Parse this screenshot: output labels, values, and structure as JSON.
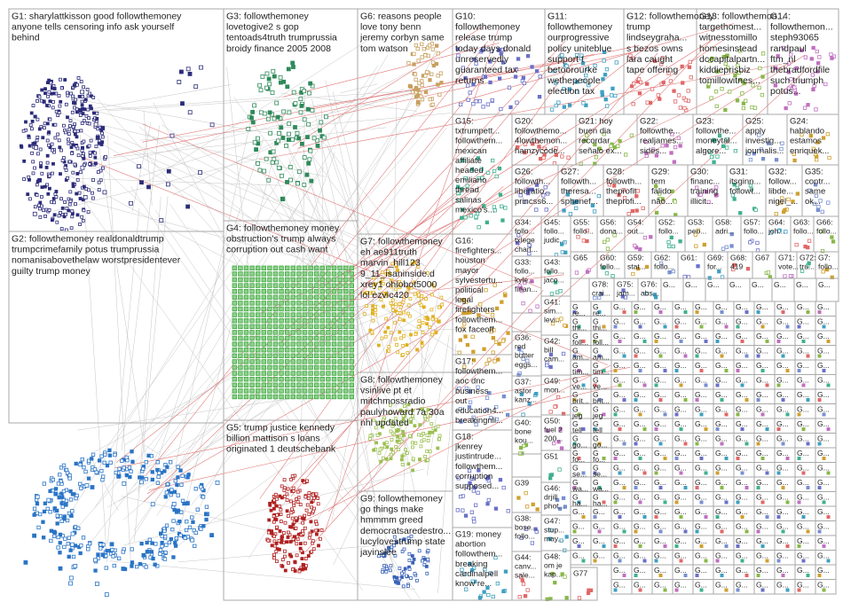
{
  "colors": {
    "box": "#a9a9a9",
    "edge": "#c6c6c6",
    "red_edge": "#e07070",
    "g1": "#2c2c7a",
    "g2": "#2a74c6",
    "g3": "#2f8a5a",
    "g4": "#3fa83f",
    "g5": "#b02020",
    "g6": "#c9a060",
    "g7": "#e0b020",
    "g8": "#9bc050",
    "g9": "#3a62b8",
    "g10": "#9a9a9a",
    "small": [
      "#6a70c8",
      "#3fa0c0",
      "#e06868",
      "#88b848",
      "#c070c0",
      "#40b090",
      "#d0a030",
      "#7890d0"
    ]
  },
  "groups": [
    {
      "id": "G1",
      "lines": [
        "G1: sharylattkisson good followthemoney",
        "anyone tells censoring info ask yourself",
        "behind"
      ]
    },
    {
      "id": "G2",
      "lines": [
        "G2: followthemoney realdonaldtrump",
        "trumpcrimefamily potus trumprussia",
        "nomanisabovethelaw worstpresidentever",
        "guilty trump money"
      ]
    },
    {
      "id": "G3",
      "lines": [
        "G3: followthemoney",
        "lovetogive2 s gop",
        "tentoads4truth trumprussia",
        "broidy finance 2005 2008"
      ]
    },
    {
      "id": "G4",
      "lines": [
        "G4: followthemoney money",
        "obstruction's trump always",
        "corruption out cash want"
      ]
    },
    {
      "id": "G5",
      "lines": [
        "G5: trump justice kennedy",
        "billion mattison s loans",
        "originated 1 deutschebank"
      ]
    },
    {
      "id": "G6",
      "lines": [
        "G6: reasons people",
        "love tony benn",
        "jeremy corbyn same",
        "tom watson"
      ]
    },
    {
      "id": "G7",
      "lines": [
        "G7: followthemoney",
        "eh ae911truth",
        "marvin_hill123",
        "9_11_isaninside.d",
        "xrey1 ohiobot5000",
        "lol ezvic420"
      ]
    },
    {
      "id": "G8",
      "lines": [
        "G8: followthemoney",
        "vsinlive pt et",
        "mitchmossradio",
        "paulyhoward 7a 30a",
        "nhl updated"
      ]
    },
    {
      "id": "G9",
      "lines": [
        "G9: followthemoney",
        "go things make",
        "hmmmm greed",
        "democratsaredestro...",
        "lucylovestrump state",
        "jayinslee"
      ]
    },
    {
      "id": "G10",
      "lines": [
        "G10:",
        "followthemoney",
        "release trump",
        "today days donald",
        "unreservedly",
        "guaranteed tax",
        "returns"
      ]
    },
    {
      "id": "G11",
      "lines": [
        "G11:",
        "followthemoney",
        "ourprogressive",
        "policy uniteblue",
        "support t",
        "betoorourke",
        "wethepeople",
        "election tax"
      ]
    },
    {
      "id": "G12",
      "lines": [
        "G12: followthemoney",
        "trump",
        "lindseygraha...",
        "s bezos owns",
        "lara caught",
        "tape offering"
      ]
    },
    {
      "id": "G13",
      "lines": [
        "G13: followthemon...",
        "targethomest...",
        "witnesstomillo",
        "homesinstead",
        "dccapitalpartn...",
        "kiddieprisbiz",
        "tomillowitnes..."
      ]
    },
    {
      "id": "G14",
      "lines": [
        "G14:",
        "followthemon...",
        "steph93065",
        "randpaul",
        "ftm_nl",
        "thebradfordfile",
        "such triumph",
        "potus..."
      ]
    },
    {
      "id": "G15",
      "lines": [
        "G15:",
        "txtrumpett...",
        "followthem...",
        "mexican",
        "affiliate",
        "headed",
        "emiliano",
        "thread",
        "salinas",
        "mexico's..."
      ]
    },
    {
      "id": "G16",
      "lines": [
        "G16:",
        "firefighters...",
        "houston",
        "mayor",
        "sylvestertu...",
        "political",
        "legal",
        "firefighters",
        "followthem...",
        "fox faceoff"
      ]
    },
    {
      "id": "G17",
      "lines": [
        "G17:",
        "followthem...",
        "aoc dnc",
        "business",
        "out",
        "education4...",
        "breakingnli..."
      ]
    },
    {
      "id": "G18",
      "lines": [
        "G18:",
        "jkenrey",
        "justintrude...",
        "followthem...",
        "corruption",
        "supposed..."
      ]
    },
    {
      "id": "G19",
      "lines": [
        "G19: money",
        "abortion",
        "followthem...",
        "breaking",
        "cardinalpell",
        "know re..."
      ]
    },
    {
      "id": "G20",
      "lines": [
        "G20:",
        "followthemo...",
        "4lowthemon...",
        "hamzycode..."
      ]
    },
    {
      "id": "G21",
      "lines": [
        "G21: hoy",
        "buen dia",
        "recordar",
        "señalo ex..."
      ]
    },
    {
      "id": "G22",
      "lines": [
        "G22:",
        "followthe...",
        "realjames...",
        "sides..."
      ]
    },
    {
      "id": "G23",
      "lines": [
        "G23:",
        "followthe...",
        "moneytal...",
        "algore..."
      ]
    },
    {
      "id": "G24",
      "lines": [
        "G24:",
        "hablando",
        "estamos",
        "enriquek..."
      ]
    },
    {
      "id": "G25",
      "lines": [
        "G25:",
        "apply",
        "investig...",
        "journalis..."
      ]
    },
    {
      "id": "G26",
      "lines": [
        "G26:",
        "followth...",
        "liberatio...",
        "princss6..."
      ]
    },
    {
      "id": "G27",
      "lines": [
        "G27:",
        "followth...",
        "theresa...",
        "sphenef..."
      ]
    },
    {
      "id": "G28",
      "lines": [
        "G28:",
        "followth...",
        "theprofit",
        "theprofi..."
      ]
    },
    {
      "id": "G29",
      "lines": [
        "G29:",
        "tem",
        "falido",
        "não..."
      ]
    },
    {
      "id": "G30",
      "lines": [
        "G30:",
        "financ...",
        "training",
        "illicit..."
      ]
    },
    {
      "id": "G31",
      "lines": [
        "G31:",
        "itsginn...",
        "followt..."
      ]
    },
    {
      "id": "G32",
      "lines": [
        "G32:",
        "follow...",
        "libde...",
        "nigel_..."
      ]
    },
    {
      "id": "G35",
      "lines": [
        "G35:",
        "contr...",
        "same",
        "ok..."
      ]
    },
    {
      "id": "G34",
      "lines": [
        "G34:",
        "follo...",
        "txlege",
        "chart..."
      ]
    },
    {
      "id": "G45",
      "lines": [
        "G45:",
        "follo...",
        "judic..."
      ]
    },
    {
      "id": "G55",
      "lines": [
        "G55:",
        "follo..."
      ]
    },
    {
      "id": "G56",
      "lines": [
        "G56:",
        "dona..."
      ]
    },
    {
      "id": "G54",
      "lines": [
        "G54:",
        "out..."
      ]
    },
    {
      "id": "G52",
      "lines": [
        "G52:",
        "follo..."
      ]
    },
    {
      "id": "G53",
      "lines": [
        "G53:",
        "peo..."
      ]
    },
    {
      "id": "G58",
      "lines": [
        "G58:",
        "adri..."
      ]
    },
    {
      "id": "G57",
      "lines": [
        "G57:",
        "follo..."
      ]
    },
    {
      "id": "G64",
      "lines": [
        "G64:",
        "joh..."
      ]
    },
    {
      "id": "G63",
      "lines": [
        "G63:",
        "follo..."
      ]
    },
    {
      "id": "G66",
      "lines": [
        "G66:",
        "follo..."
      ]
    },
    {
      "id": "G33",
      "lines": [
        "G33:",
        "follo...",
        "kyle...",
        "finan..."
      ]
    },
    {
      "id": "G43",
      "lines": [
        "G43:",
        "follo...",
        "jaco..."
      ]
    },
    {
      "id": "G41",
      "lines": [
        "G41:",
        "sim...",
        "levi..."
      ]
    },
    {
      "id": "G36",
      "lines": [
        "G36:",
        "red",
        "butter",
        "eggs..."
      ]
    },
    {
      "id": "G42",
      "lines": [
        "G42:",
        "bill",
        "cam..."
      ]
    },
    {
      "id": "G37",
      "lines": [
        "G37:",
        "astor",
        "kanz..."
      ]
    },
    {
      "id": "G49",
      "lines": [
        "G49:",
        "mon..."
      ]
    },
    {
      "id": "G40",
      "lines": [
        "G40:",
        "bone",
        "kou..."
      ]
    },
    {
      "id": "G50",
      "lines": [
        "G50:",
        "fuel 2",
        "200..."
      ]
    },
    {
      "id": "G51",
      "lines": [
        "G51"
      ]
    },
    {
      "id": "G39",
      "lines": [
        "G39"
      ]
    },
    {
      "id": "G46",
      "lines": [
        "G46:",
        "drjill",
        "phot..."
      ]
    },
    {
      "id": "G38",
      "lines": [
        "G38:",
        "bose...",
        "follo..."
      ]
    },
    {
      "id": "G47",
      "lines": [
        "G47:",
        "stup...",
        "may..."
      ]
    },
    {
      "id": "G44",
      "lines": [
        "G44:",
        "canv...",
        "sale..."
      ]
    },
    {
      "id": "G48",
      "lines": [
        "G48:",
        "om je",
        "kap..."
      ]
    },
    {
      "id": "G65",
      "lines": [
        "G65"
      ]
    },
    {
      "id": "G60",
      "lines": [
        "G60:",
        "follo..."
      ]
    },
    {
      "id": "G59",
      "lines": [
        "G59:",
        "stat..."
      ]
    },
    {
      "id": "G62",
      "lines": [
        "G62:",
        "follo..."
      ]
    },
    {
      "id": "G61",
      "lines": [
        "G61:"
      ]
    },
    {
      "id": "G69",
      "lines": [
        "G69:",
        "for..."
      ]
    },
    {
      "id": "G68",
      "lines": [
        "G68:",
        "419"
      ]
    },
    {
      "id": "G67",
      "lines": [
        "G67"
      ]
    },
    {
      "id": "G71",
      "lines": [
        "G71:",
        "vote..."
      ]
    },
    {
      "id": "G72",
      "lines": [
        "G72:",
        "tru..."
      ]
    },
    {
      "id": "G73",
      "lines": [
        "G7:",
        "follo..."
      ]
    },
    {
      "id": "G78",
      "lines": [
        "G78:",
        "crai..."
      ]
    },
    {
      "id": "G75",
      "lines": [
        "G75:",
        "jam..."
      ]
    },
    {
      "id": "G76",
      "lines": [
        "G76:",
        "abs..."
      ]
    },
    {
      "id": "G77",
      "lines": [
        "G77"
      ]
    }
  ],
  "mini": {
    "g_label": "G...",
    "g_short": "G",
    "row_labels": [
      "re...",
      "thi...",
      "foll...",
      "am...",
      "tim...",
      "ve...",
      "brit...",
      "jeg",
      "tell",
      "go...",
      "fo...",
      "se...",
      "wa...",
      "ha..."
    ]
  }
}
